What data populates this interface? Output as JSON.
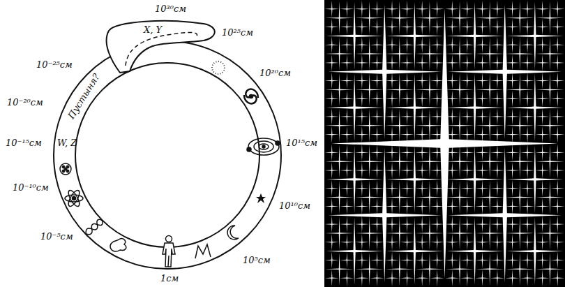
{
  "diagram": {
    "labels": [
      "10³⁰см",
      "10²⁵см",
      "10²⁰см",
      "10¹⁵см",
      "10¹⁰см",
      "10⁵см",
      "1см",
      "10⁻⁵см",
      "10⁻¹⁰см",
      "10⁻¹⁵см",
      "10⁻²⁰см",
      "10⁻²⁵см",
      "X, Y",
      "W, Z",
      "Пустыня?"
    ]
  }
}
